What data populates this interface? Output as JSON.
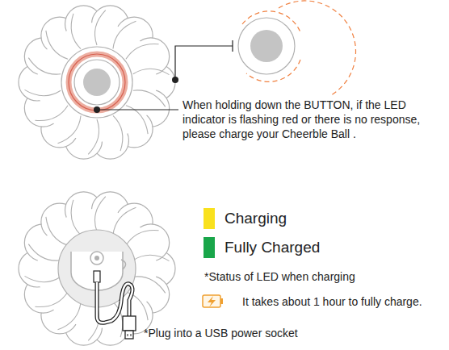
{
  "diagram": {
    "labels": [
      "When holding down the BUTTON, if the LED indicator is flashing red or there is no response, please charge your Cheerble Ball .",
      "*Status of LED when charging",
      "It takes about 1 hour to fully charge.",
      "*Plug into a USB power socket"
    ],
    "legend": [
      {
        "text": "Charging",
        "color": "#f9e11e"
      },
      {
        "text": "Fully Charged",
        "color": "#19a64a"
      }
    ]
  }
}
